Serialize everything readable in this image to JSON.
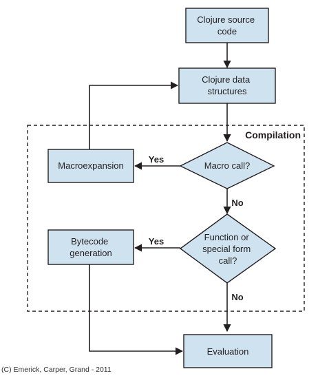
{
  "diagram": {
    "region": {
      "label": "Compilation"
    },
    "nodes": {
      "source": [
        "Clojure source",
        "code"
      ],
      "data": [
        "Clojure data",
        "structures"
      ],
      "macro_call": [
        "Macro call?"
      ],
      "macroexpansion": [
        "Macroexpansion"
      ],
      "function_call": [
        "Function or",
        "special form",
        "call?"
      ],
      "bytecode": [
        "Bytecode",
        "generation"
      ],
      "evaluation": [
        "Evaluation"
      ]
    },
    "edges": {
      "macro_yes": "Yes",
      "macro_no": "No",
      "function_yes": "Yes",
      "function_no": "No"
    }
  },
  "credit": "(C) Emerick, Carper, Grand - 2011"
}
